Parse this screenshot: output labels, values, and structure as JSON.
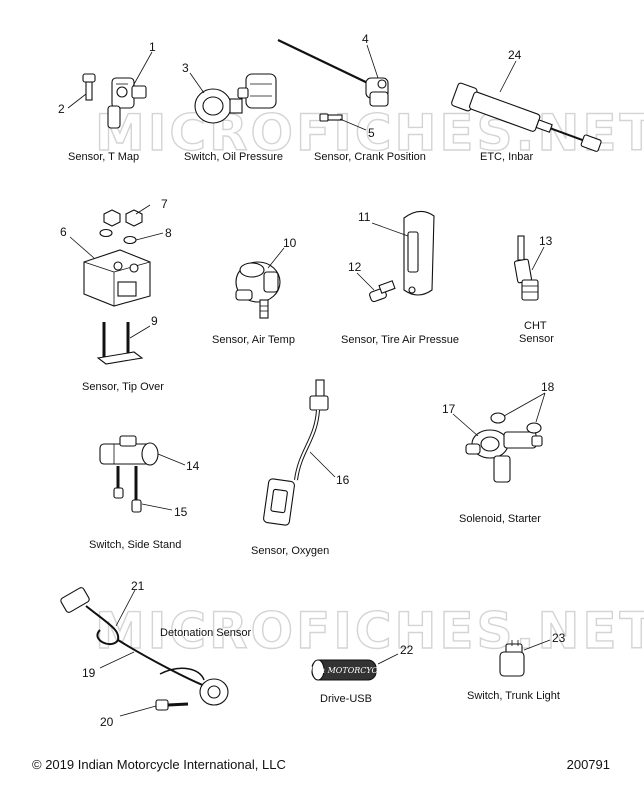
{
  "watermark": "MICROFICHES.NET",
  "parts": [
    {
      "id": "sensor-t-map",
      "caption": "Sensor, T Map",
      "callouts": [
        "1",
        "2"
      ]
    },
    {
      "id": "switch-oil-pressure",
      "caption": "Switch, Oil Pressure",
      "callouts": [
        "3"
      ]
    },
    {
      "id": "sensor-crank-position",
      "caption": "Sensor, Crank Position",
      "callouts": [
        "4",
        "5"
      ]
    },
    {
      "id": "etc-inbar",
      "caption": "ETC, Inbar",
      "callouts": [
        "24"
      ]
    },
    {
      "id": "sensor-tip-over",
      "caption": "Sensor, Tip Over",
      "callouts": [
        "6",
        "7",
        "8",
        "9"
      ]
    },
    {
      "id": "sensor-air-temp",
      "caption": "Sensor, Air Temp",
      "callouts": [
        "10"
      ]
    },
    {
      "id": "sensor-tire-air-pressue",
      "caption": "Sensor, Tire Air Pressue",
      "callouts": [
        "11",
        "12"
      ]
    },
    {
      "id": "cht-sensor",
      "caption_lines": [
        "CHT",
        "Sensor"
      ],
      "callouts": [
        "13"
      ]
    },
    {
      "id": "switch-side-stand",
      "caption": "Switch, Side Stand",
      "callouts": [
        "14",
        "15"
      ]
    },
    {
      "id": "sensor-oxygen",
      "caption": "Sensor, Oxygen",
      "callouts": [
        "16"
      ]
    },
    {
      "id": "solenoid-starter",
      "caption": "Solenoid, Starter",
      "callouts": [
        "17",
        "18"
      ]
    },
    {
      "id": "detonation-sensor",
      "caption": "Detonation Sensor",
      "callouts": [
        "19",
        "20",
        "21"
      ]
    },
    {
      "id": "drive-usb",
      "caption": "Drive-USB",
      "callouts": [
        "22"
      ],
      "logo_text": "Indian MOTORCYCLE"
    },
    {
      "id": "switch-trunk-light",
      "caption": "Switch, Trunk Light",
      "callouts": [
        "23"
      ]
    }
  ],
  "footer": {
    "copyright": "© 2019 Indian Motorcycle International, LLC",
    "diagram_number": "200791"
  }
}
